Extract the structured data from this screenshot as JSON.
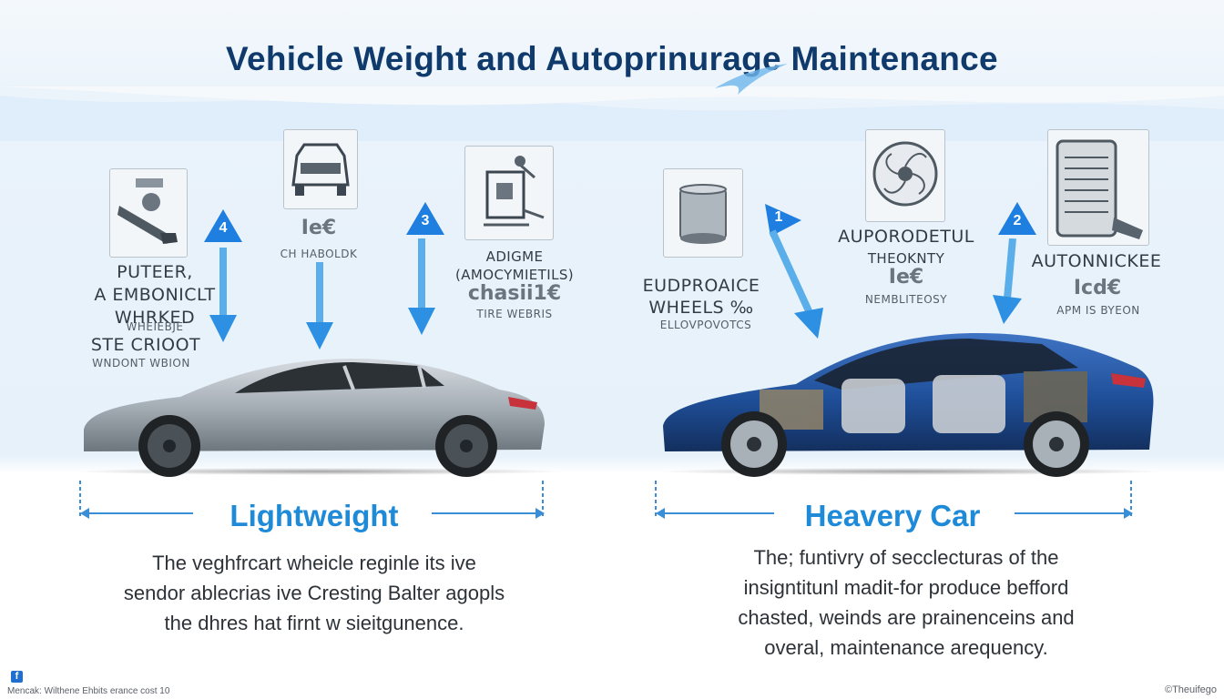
{
  "title": "Vehicle Weight and Autoprinurage Maintenance",
  "left": {
    "heading": "Lightweight",
    "paragraph": [
      "The veghfrcart wheicle reginle its ive",
      "sendor ablecrias ive Cresting Balter agopls",
      "the dhres hat firnt w sieitgunence."
    ],
    "callout_a": {
      "badge": "4",
      "lines": [
        "PUTEER,",
        "A EMBONICLT",
        "WHRKED"
      ],
      "sub1": "WHEIEBJE",
      "line4": "STE CRIOOT",
      "sub2": "WNDONT WBION"
    },
    "callout_b": {
      "value": "Ie€",
      "sub": "CH HABOLDK"
    },
    "callout_c": {
      "badge": "3",
      "lines": [
        "ADIGME",
        "(AMOCYMIETILS)"
      ],
      "value": "chasii1€",
      "sub": "TIRE WEBRIS"
    }
  },
  "right": {
    "heading": "Heavery Car",
    "paragraph": [
      "The; funtivry of secclecturas of the",
      "insigntitunl madit-for produce befford",
      "chasted, weinds are prainenceins and",
      "overal, maintenance arequency."
    ],
    "callout_a": {
      "badge": "1",
      "lines": [
        "EUDPROAICE",
        "WHEELS ‰"
      ],
      "sub": "ELLOVPOVOTCS"
    },
    "callout_b": {
      "lines": [
        "AUPORODETUL",
        "THEOKNTY"
      ],
      "value": "Ie€",
      "sub": "NEMBLITEOSY"
    },
    "callout_c": {
      "badge": "2",
      "title": "AUTONNICKEE",
      "value": "Icd€",
      "sub": "APM IS BYEON"
    }
  },
  "footer": {
    "left_icon": "f",
    "left_text": "Mencak: Wilthene Ehbits erance cost 10",
    "right_text": "©Theuifego"
  },
  "icons": [
    "engine-part-icon",
    "car-front-icon",
    "chassis-icon",
    "filter-icon",
    "turbine-icon",
    "radiator-icon"
  ],
  "colors": {
    "title": "#0f3a6b",
    "accent": "#1f8ad8",
    "badge": "#1e7fe0",
    "car_left": "#a9b0b8",
    "car_right": "#1f4f99"
  }
}
